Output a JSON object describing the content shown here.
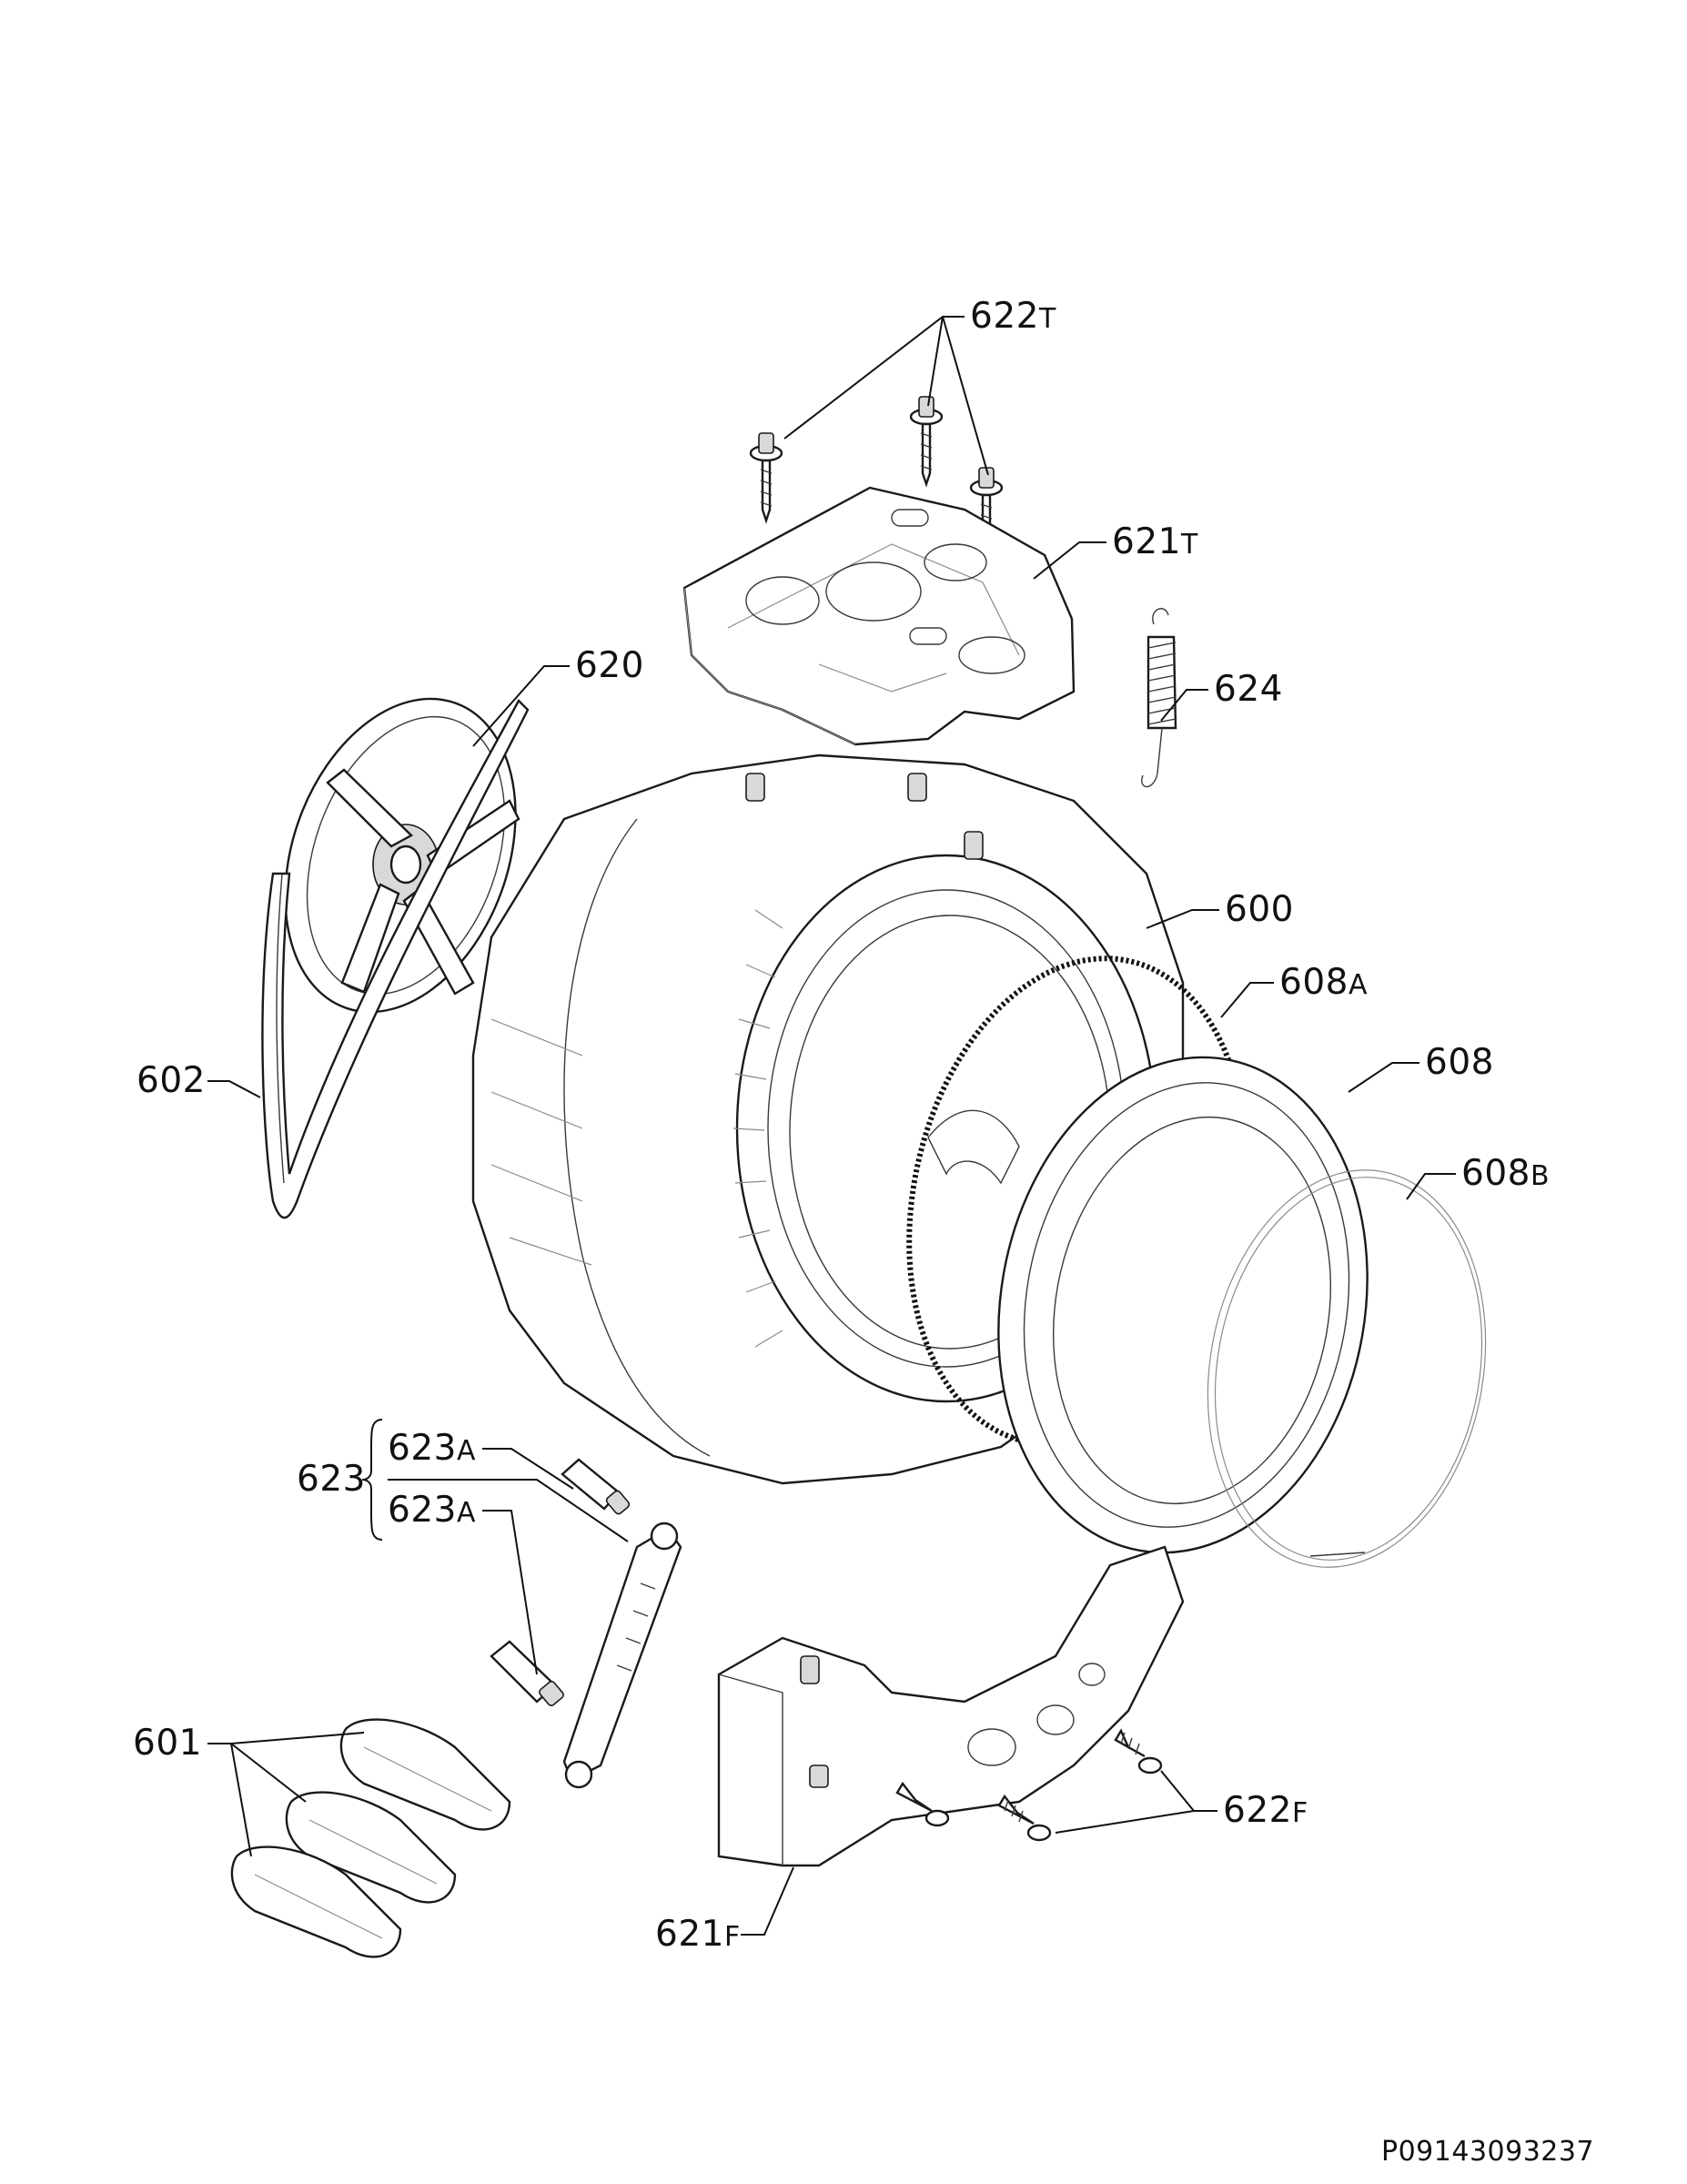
{
  "labels": {
    "l622t": {
      "num": "622",
      "suffix": "T"
    },
    "l621t": {
      "num": "621",
      "suffix": "T"
    },
    "l620": {
      "num": "620",
      "suffix": ""
    },
    "l624": {
      "num": "624",
      "suffix": ""
    },
    "l600": {
      "num": "600",
      "suffix": ""
    },
    "l608a": {
      "num": "608",
      "suffix": "A"
    },
    "l602": {
      "num": "602",
      "suffix": ""
    },
    "l608": {
      "num": "608",
      "suffix": ""
    },
    "l608b": {
      "num": "608",
      "suffix": "B"
    },
    "l623": {
      "num": "623",
      "suffix": ""
    },
    "l623a_top": {
      "num": "623",
      "suffix": "A"
    },
    "l623a_bottom": {
      "num": "623",
      "suffix": "A"
    },
    "l601": {
      "num": "601",
      "suffix": ""
    },
    "l622f": {
      "num": "622",
      "suffix": "F"
    },
    "l621f": {
      "num": "621",
      "suffix": "F"
    }
  },
  "document_code": "P09143093237"
}
